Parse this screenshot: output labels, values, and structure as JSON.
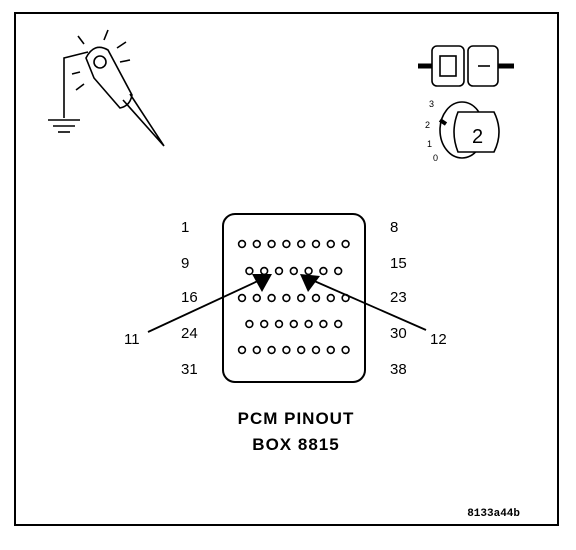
{
  "connector": {
    "row_labels_left": [
      "1",
      "9",
      "16",
      "24",
      "31"
    ],
    "row_labels_right": [
      "8",
      "15",
      "23",
      "30",
      "38"
    ],
    "pin_rows": [
      8,
      7,
      8,
      7,
      8
    ]
  },
  "callouts": {
    "left": "11",
    "right": "12"
  },
  "ignition": {
    "positions": [
      "3",
      "2",
      "1",
      "0"
    ],
    "key_position": "2"
  },
  "title": {
    "line1": "PCM PINOUT",
    "line2": "BOX 8815"
  },
  "figure_code": "8133a44b",
  "icons": {
    "probe": "test-probe-ground-icon",
    "connector": "disconnected-connector-icon",
    "key": "ignition-key-icon"
  }
}
